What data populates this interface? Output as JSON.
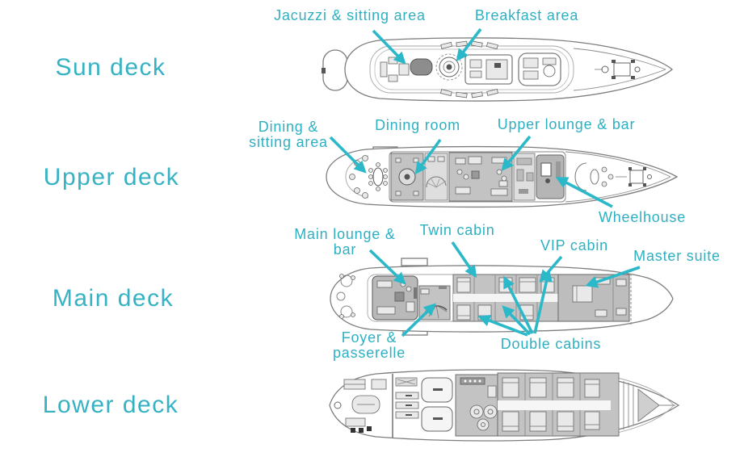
{
  "title": "Yacht deck plans diagram",
  "colors": {
    "label_teal": "#35b2c3",
    "annotation_teal": "#2fb0c2",
    "arrow_teal": "#2bb8c8",
    "room_gray": "#c3c3c3",
    "background": "#ffffff"
  },
  "deck_names": {
    "sun": "Sun deck",
    "upper": "Upper deck",
    "main": "Main deck",
    "lower": "Lower deck"
  },
  "annotations": {
    "jacuzzi": "Jacuzzi & sitting area",
    "breakfast": "Breakfast area",
    "dining_sitting": "Dining & sitting area",
    "dining_room": "Dining room",
    "upper_lounge": "Upper lounge & bar",
    "wheelhouse": "Wheelhouse",
    "main_lounge": "Main lounge & bar",
    "twin_cabin": "Twin cabin",
    "vip_cabin": "VIP cabin",
    "master_suite": "Master suite",
    "foyer": "Foyer & passerelle",
    "double_cabins": "Double cabins"
  }
}
